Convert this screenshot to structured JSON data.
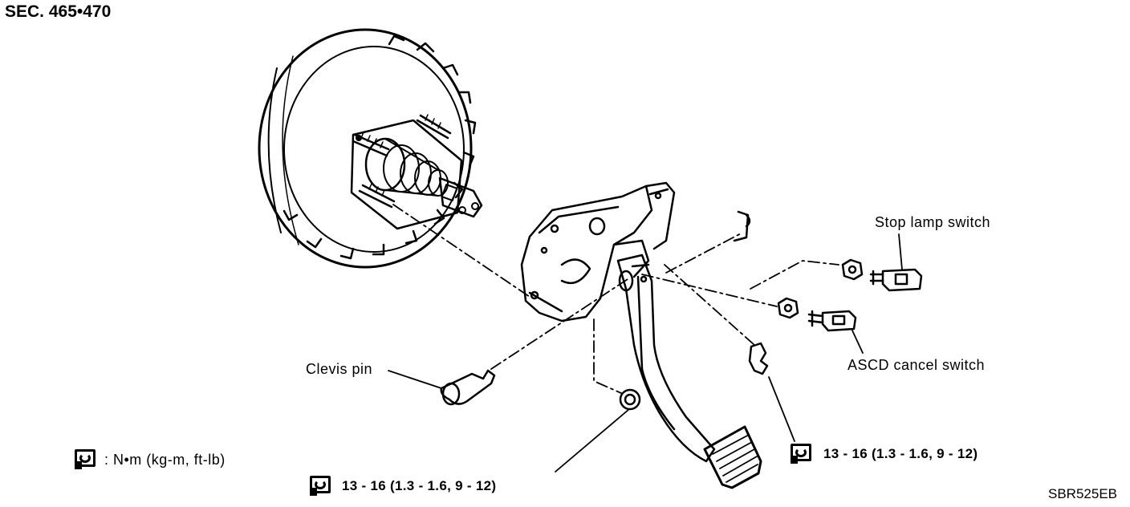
{
  "header": {
    "section": "SEC. 465•470"
  },
  "labels": {
    "stop_lamp_switch": "Stop lamp switch",
    "asced_cancel_switch": "ASCD cancel switch",
    "clevis_pin": "Clevis pin"
  },
  "legend": {
    "unit_text": ": N•m (kg-m, ft-lb)"
  },
  "torques": {
    "pedal_nut": "13 - 16 (1.3 - 1.6, 9 - 12)",
    "bracket_bolt": "13 - 16 (1.3 - 1.6, 9 - 12)"
  },
  "figure_code": "SBR525EB",
  "icons": {
    "torque": "torque-wrench-icon"
  }
}
